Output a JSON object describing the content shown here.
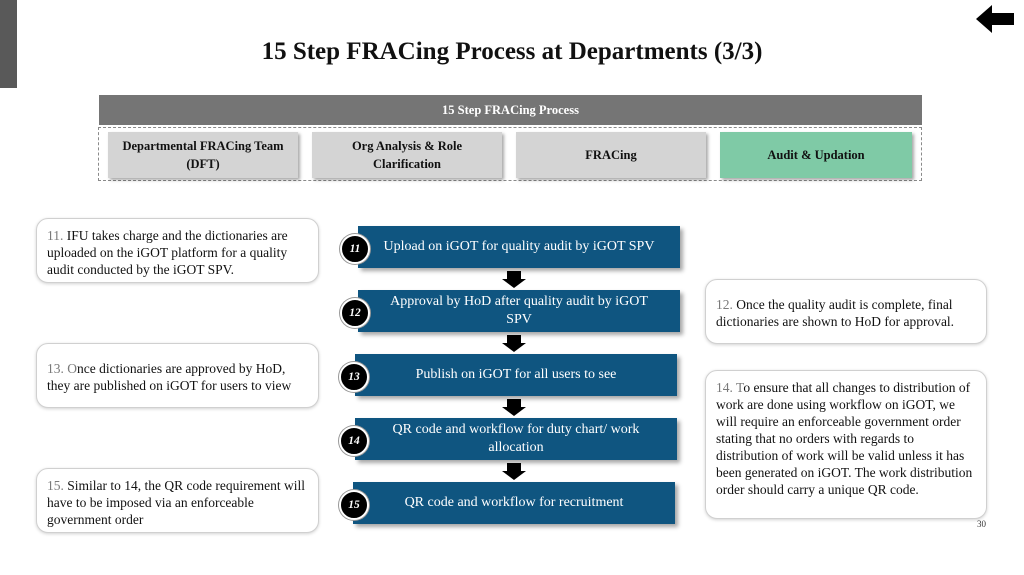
{
  "title": "15 Step FRACing Process at Departments (3/3)",
  "process_header": "15 Step FRACing Process",
  "phases": [
    {
      "label": "Departmental FRACing Team (DFT)",
      "active": false
    },
    {
      "label": "Org Analysis & Role Clarification",
      "active": false
    },
    {
      "label": "FRACing",
      "active": false
    },
    {
      "label": "Audit & Updation",
      "active": true
    }
  ],
  "steps": [
    {
      "num": "11",
      "label": "Upload on iGOT for quality audit by iGOT SPV"
    },
    {
      "num": "12",
      "label": "Approval by HoD after quality audit by iGOT SPV"
    },
    {
      "num": "13",
      "label": "Publish on iGOT for all users to see"
    },
    {
      "num": "14",
      "label": "QR code and workflow for duty chart/ work allocation"
    },
    {
      "num": "15",
      "label": "QR code and workflow for recruitment"
    }
  ],
  "notes": {
    "note_11": {
      "prefix": "11. ",
      "text": "IFU takes charge and the dictionaries are uploaded on the iGOT platform for a quality audit conducted by the iGOT SPV."
    },
    "note_12": {
      "prefix": "12. ",
      "text": "Once the quality audit is complete, final dictionaries are shown to HoD for approval."
    },
    "note_13": {
      "prefix": "13. O",
      "text": "nce dictionaries are approved by HoD, they are published on iGOT for users to view"
    },
    "note_14": {
      "prefix": "14. T",
      "text": "o ensure that all changes to distribution of work are done using workflow on iGOT, we will require an enforceable government order stating that no orders with regards to distribution of work will be valid unless it has been generated on iGOT. The work distribution order should carry a unique QR code."
    },
    "note_15": {
      "prefix": "15. ",
      "text": "Similar to 14, the QR code requirement will have to be imposed via an enforceable government order"
    }
  },
  "page_number": "30",
  "icons": {
    "back": "back-arrow-icon"
  },
  "colors": {
    "step_box": "#0f5580",
    "active_phase": "#7fcaa6",
    "inactive_phase": "#d4d4d4",
    "header_bar": "#757575"
  }
}
